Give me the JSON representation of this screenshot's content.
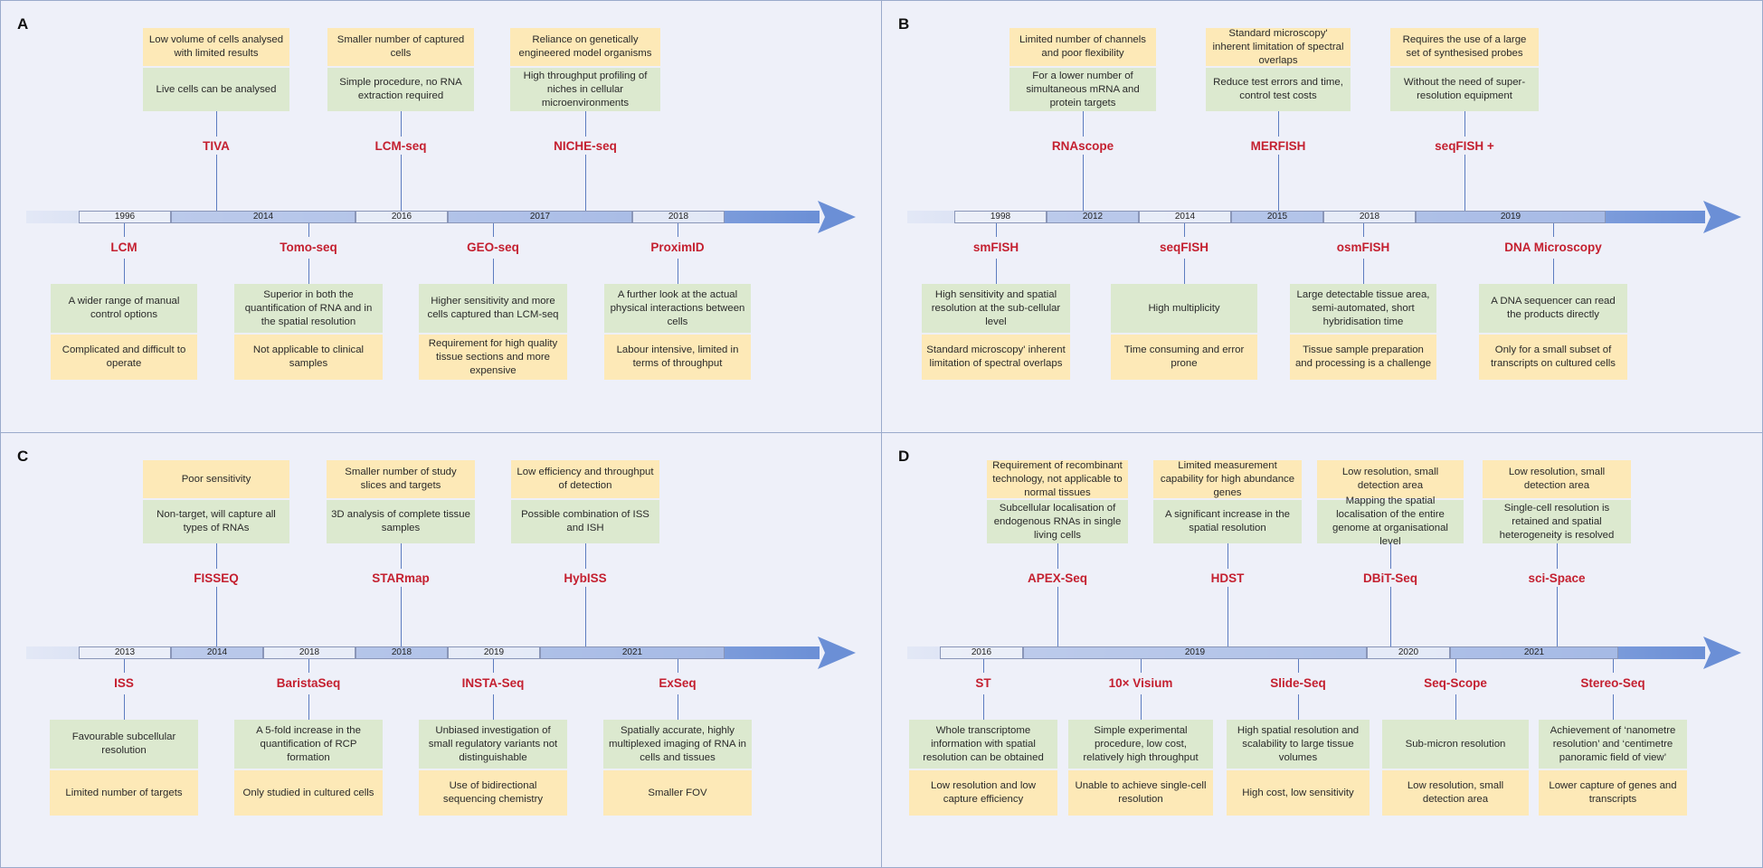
{
  "colors": {
    "panel_bg": "#eef0f9",
    "panel_border": "#9aaacb",
    "pro_box": "#dce9cf",
    "con_box": "#fde9b7",
    "tech_name": "#c42030",
    "connector": "#5c7cc0",
    "arrow": "#6b8fd6"
  },
  "panels": [
    {
      "label": "A",
      "years": [
        "1996",
        "2014",
        "2016",
        "2017",
        "2018"
      ],
      "top": [
        {
          "name": "TIVA",
          "con": "Low volume of cells analysed with limited results",
          "pro": "Live cells can be analysed"
        },
        {
          "name": "LCM-seq",
          "con": "Smaller number of captured cells",
          "pro": "Simple procedure, no RNA extraction required"
        },
        {
          "name": "NICHE-seq",
          "con": "Reliance on genetically engineered model organisms",
          "pro": "High throughput profiling of niches in cellular microenvironments"
        }
      ],
      "bottom": [
        {
          "name": "LCM",
          "pro": "A wider range of manual control options",
          "con": "Complicated and difficult to operate"
        },
        {
          "name": "Tomo-seq",
          "pro": "Superior in both the quantification of RNA and in the spatial resolution",
          "con": "Not applicable to clinical samples"
        },
        {
          "name": "GEO-seq",
          "pro": "Higher sensitivity and more cells captured than LCM-seq",
          "con": "Requirement for high quality tissue sections and more expensive"
        },
        {
          "name": "ProximID",
          "pro": "A further look at the actual physical interactions between cells",
          "con": "Labour intensive, limited in terms of throughput"
        }
      ]
    },
    {
      "label": "B",
      "years": [
        "1998",
        "2012",
        "2014",
        "2015",
        "2018",
        "2019"
      ],
      "top": [
        {
          "name": "RNAscope",
          "con": "Limited number of channels and poor flexibility",
          "pro": "For a lower number of simultaneous mRNA and protein targets"
        },
        {
          "name": "MERFISH",
          "con": "Standard microscopy' inherent limitation of spectral overlaps",
          "pro": "Reduce test errors and time, control test costs"
        },
        {
          "name": "seqFISH +",
          "con": "Requires the use of a large set of synthesised probes",
          "pro": "Without the need of super-resolution equipment"
        }
      ],
      "bottom": [
        {
          "name": "smFISH",
          "pro": "High sensitivity and spatial resolution at the sub-cellular level",
          "con": "Standard microscopy' inherent limitation of spectral overlaps"
        },
        {
          "name": "seqFISH",
          "pro": "High multiplicity",
          "con": "Time consuming and error prone"
        },
        {
          "name": "osmFISH",
          "pro": "Large detectable tissue area, semi-automated, short hybridisation time",
          "con": "Tissue sample preparation and processing is a challenge"
        },
        {
          "name": "DNA Microscopy",
          "pro": "A DNA sequencer can read the products directly",
          "con": "Only for a small subset of transcripts on cultured cells"
        }
      ]
    },
    {
      "label": "C",
      "years": [
        "2013",
        "2014",
        "2018",
        "2018",
        "2019",
        "2021"
      ],
      "top": [
        {
          "name": "FISSEQ",
          "con": "Poor sensitivity",
          "pro": "Non-target, will capture all types of RNAs"
        },
        {
          "name": "STARmap",
          "con": "Smaller number of study slices and targets",
          "pro": "3D analysis of complete tissue samples"
        },
        {
          "name": "HybISS",
          "con": "Low efficiency and throughput of detection",
          "pro": "Possible combination of ISS and ISH"
        }
      ],
      "bottom": [
        {
          "name": "ISS",
          "pro": "Favourable subcellular resolution",
          "con": "Limited number of targets"
        },
        {
          "name": "BaristaSeq",
          "pro": "A 5-fold increase in the quantification of RCP formation",
          "con": "Only studied in cultured cells"
        },
        {
          "name": "INSTA-Seq",
          "pro": "Unbiased investigation of small regulatory variants not distinguishable",
          "con": "Use of bidirectional sequencing chemistry"
        },
        {
          "name": "ExSeq",
          "pro": "Spatially accurate, highly multiplexed imaging of RNA in cells and tissues",
          "con": "Smaller FOV"
        }
      ]
    },
    {
      "label": "D",
      "years": [
        "2016",
        "2019",
        "2020",
        "2021"
      ],
      "top": [
        {
          "name": "APEX-Seq",
          "con": "Requirement of recombinant technology, not applicable to normal tissues",
          "pro": "Subcellular localisation of endogenous RNAs in single living cells"
        },
        {
          "name": "HDST",
          "con": "Limited measurement capability for high abundance genes",
          "pro": "A significant increase in the spatial resolution"
        },
        {
          "name": "DBiT-Seq",
          "con": "Low resolution, small detection area",
          "pro": "Mapping the spatial localisation of the entire genome at organisational level"
        },
        {
          "name": "sci-Space",
          "con": "Low resolution, small detection area",
          "pro": "Single-cell resolution is retained and spatial heterogeneity is resolved"
        }
      ],
      "bottom": [
        {
          "name": "ST",
          "pro": "Whole transcriptome information with spatial resolution can be obtained",
          "con": "Low resolution and low capture efficiency"
        },
        {
          "name": "10× Visium",
          "pro": "Simple experimental procedure, low cost, relatively high throughput",
          "con": "Unable to achieve single-cell resolution"
        },
        {
          "name": "Slide-Seq",
          "pro": "High spatial resolution and scalability to large tissue volumes",
          "con": "High cost, low sensitivity"
        },
        {
          "name": "Seq-Scope",
          "pro": "Sub-micron resolution",
          "con": "Low resolution, small detection area"
        },
        {
          "name": "Stereo-Seq",
          "pro": "Achievement of ‘nanometre resolution’ and ‘centimetre panoramic field of view’",
          "con": "Lower capture of genes and transcripts"
        }
      ]
    }
  ]
}
